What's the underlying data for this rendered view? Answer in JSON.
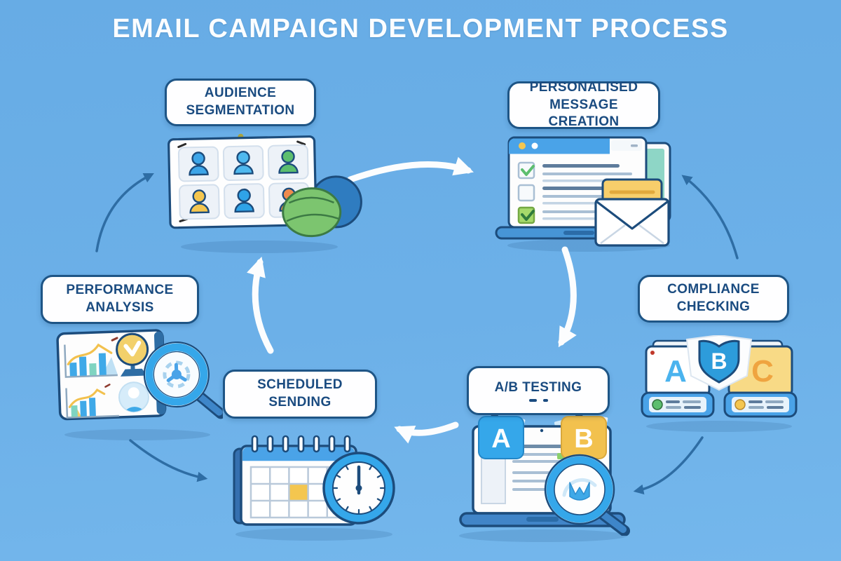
{
  "title": "EMAIL CAMPAIGN DEVELOPMENT PROCESS",
  "stages": [
    {
      "label": "AUDIENCE SEGMENTATION",
      "icon": "audience-grid-icon"
    },
    {
      "label": "PERSONALISED MESSAGE CREATION",
      "icon": "laptop-email-icon"
    },
    {
      "label": "COMPLIANCE CHECKING",
      "icon": "documents-shield-icon"
    },
    {
      "label": "A/B TESTING",
      "icon": "laptop-ab-magnifier-icon"
    },
    {
      "label": "SCHEDULED SENDING",
      "icon": "calendar-clock-icon"
    },
    {
      "label": "PERFORMANCE ANALYSIS",
      "icon": "charts-magnifier-icon"
    }
  ],
  "illustrations": {
    "compliance": {
      "variant_a": "A",
      "shield_b": "B",
      "variant_c": "C"
    },
    "ab_testing": {
      "variant_a": "A",
      "variant_b": "B"
    }
  },
  "flow": [
    {
      "from": "AUDIENCE SEGMENTATION",
      "to": "PERSONALISED MESSAGE CREATION",
      "style": "thick-white"
    },
    {
      "from": "PERSONALISED MESSAGE CREATION",
      "to": "A/B TESTING",
      "style": "thick-white"
    },
    {
      "from": "COMPLIANCE CHECKING",
      "to": "PERSONALISED MESSAGE CREATION",
      "style": "thin-blue"
    },
    {
      "from": "COMPLIANCE CHECKING",
      "to": "A/B TESTING",
      "style": "thin-blue"
    },
    {
      "from": "A/B TESTING",
      "to": "SCHEDULED SENDING",
      "style": "thick-white"
    },
    {
      "from": "PERFORMANCE ANALYSIS",
      "to": "SCHEDULED SENDING",
      "style": "thin-blue"
    },
    {
      "from": "SCHEDULED SENDING",
      "to": "AUDIENCE SEGMENTATION",
      "style": "thick-white"
    },
    {
      "from": "PERFORMANCE ANALYSIS",
      "to": "AUDIENCE SEGMENTATION",
      "style": "thin-blue"
    }
  ],
  "colors": {
    "background": "#6CB0E8",
    "outline_navy": "#1C4C7C",
    "label_border": "#1E5586",
    "label_text": "#1A4B80",
    "accent_blue": "#3DA5E8",
    "accent_green": "#5CBE6E",
    "accent_yellow": "#F4C64F",
    "accent_orange": "#EF8B4E",
    "accent_teal": "#8ED6C6",
    "arrow_white": "#FCFDFE",
    "arrow_blue": "#2E6DA4"
  }
}
